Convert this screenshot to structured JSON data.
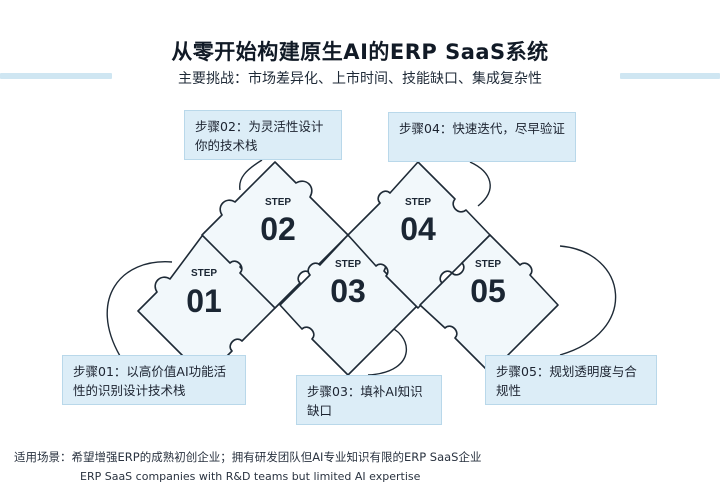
{
  "title": "从零开始构建原生AI的ERP SaaS系统",
  "subtitle": "主要挑战：市场差异化、上市时间、技能缺口、集成复杂性",
  "steps": [
    {
      "label": "STEP",
      "number": "01",
      "text": "步骤01：以高价值AI功能活性的识别设计技术栈"
    },
    {
      "label": "STEP",
      "number": "02",
      "text": "步骤02：为灵活性设计你的技术栈"
    },
    {
      "label": "STEP",
      "number": "03",
      "text": "步骤03：填补AI知识缺口"
    },
    {
      "label": "STEP",
      "number": "04",
      "text": "步骤04：快速迭代，尽早验证"
    },
    {
      "label": "STEP",
      "number": "05",
      "text": "步骤05：规划透明度与合规性"
    }
  ],
  "footer": {
    "line1": "适用场景：希望增强ERP的成熟初创企业；拥有研发团队但AI专业知识有限的ERP SaaS企业",
    "line2": "ERP SaaS companies with R&D teams but limited AI expertise"
  },
  "colors": {
    "piece_fill": "#f2f8fb",
    "piece_stroke": "#1e2a36",
    "callout_fill": "#dcedf7",
    "accent_bar": "#cfe6f2"
  }
}
